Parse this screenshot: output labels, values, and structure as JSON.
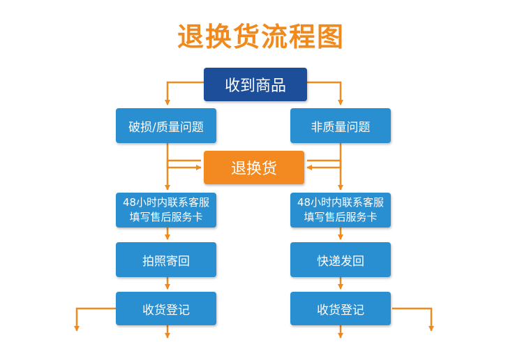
{
  "title": "退换货流程图",
  "nodes": {
    "received": "收到商品",
    "damaged_quality": "破损/质量问题",
    "non_quality": "非质量问题",
    "return_exchange": "退换货",
    "contact_left": {
      "line1": "48小时内联系客服",
      "line2": "填写售后服务卡"
    },
    "contact_right": {
      "line1": "48小时内联系客服",
      "line2": "填写售后服务卡"
    },
    "photo_send": "拍照寄回",
    "express_send": "快递发回",
    "receipt_left": "收货登记",
    "receipt_right": "收货登记"
  },
  "colors": {
    "title": "#f08a1c",
    "box_light": "#2a8fd0",
    "box_dark": "#1d4e9a",
    "box_orange": "#f28a21",
    "arrow": "#f08a1c"
  }
}
